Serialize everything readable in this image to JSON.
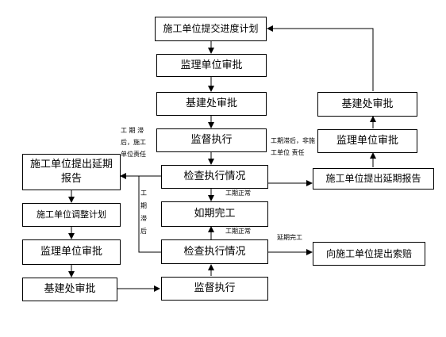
{
  "boxes": {
    "submit_plan": "施工单位提交进度计划",
    "supervisor_approve_1": "监理单位审批",
    "base_office_approve_1": "基建处审批",
    "supervise_exec_1": "监督执行",
    "check_exec_1": "检查执行情况",
    "on_time_complete": "如期完工",
    "check_exec_2": "检查执行情况",
    "supervise_exec_2": "监督执行",
    "extension_left": "施工单位提出延期报告",
    "adjust_plan": "施工单位调整计划",
    "supervisor_approve_left": "监理单位审批",
    "base_office_approve_left": "基建处审批",
    "extension_right": "施工单位提出延期报告",
    "supervisor_approve_right": "监理单位审批",
    "base_office_approve_right": "基建处审批",
    "claim": "向施工单位提出索赔"
  },
  "labels": {
    "delay_contractor": "工 期 滞 后，施工 单位责任",
    "delay_non_contractor": "工期滞后，非施工单位 责任",
    "normal_1": "工期正常",
    "normal_2": "工期正常",
    "delay_vertical": "工期滞后",
    "extension_done": "延期完工"
  }
}
